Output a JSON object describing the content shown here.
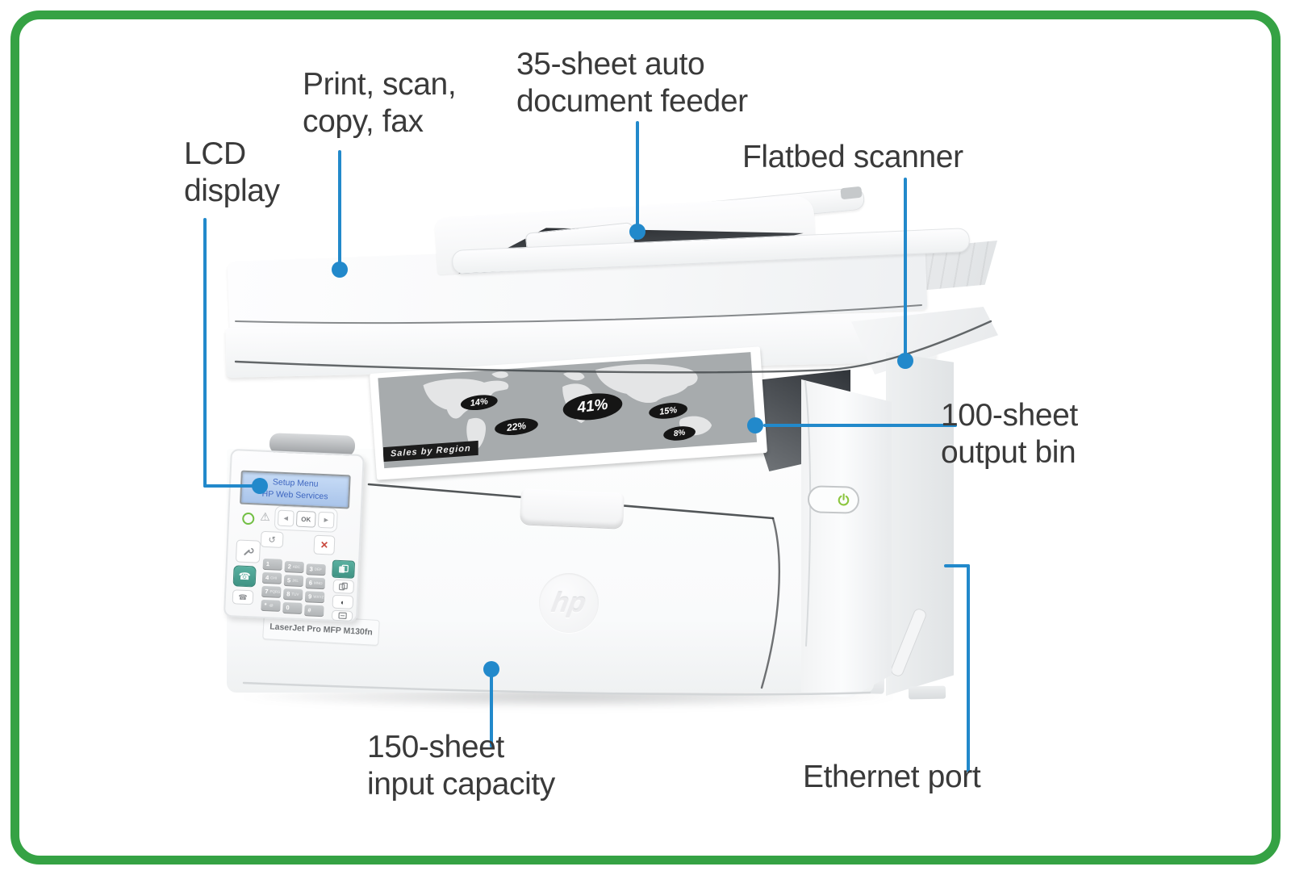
{
  "figure": {
    "type": "annotated-product-diagram",
    "subject": "HP LaserJet Pro MFP M130fn multifunction printer"
  },
  "colors": {
    "frame_green": "#35a244",
    "callout_blue": "#2289cb",
    "label_gray": "#3a3a3a",
    "lcd_background": "#b7cff2",
    "lcd_text_blue": "#3e66c0",
    "teal_key": "#4aa392",
    "power_green": "#8cc63f",
    "cancel_red": "#c9473c",
    "ready_green": "#72bf44"
  },
  "callouts": {
    "print": {
      "line1": "Print, scan,",
      "line2": "copy, fax"
    },
    "adf": {
      "line1": "35-sheet auto",
      "line2": "document feeder"
    },
    "lcd": {
      "line1": "LCD",
      "line2": "display"
    },
    "flatbed": {
      "line1": "Flatbed scanner"
    },
    "output": {
      "line1": "100-sheet",
      "line2": "output bin"
    },
    "input": {
      "line1": "150-sheet",
      "line2": "input capacity"
    },
    "ethernet": {
      "line1": "Ethernet port"
    }
  },
  "printer": {
    "brand": "hp",
    "model_label": "LaserJet Pro MFP M130fn",
    "lcd": {
      "line1": "Setup Menu",
      "line2": "HP Web Services"
    },
    "control_panel": {
      "nav": {
        "left": "◀",
        "ok": "OK",
        "right": "▶",
        "back": "↺",
        "cancel": "✕"
      },
      "status": {
        "warning": "⚠"
      },
      "fax_key_glyph": "☎",
      "redial_key_glyph": "☎",
      "contrast_key_glyph": "◐",
      "keypad": [
        {
          "digit": "1",
          "letters": ""
        },
        {
          "digit": "2",
          "letters": "ABC"
        },
        {
          "digit": "3",
          "letters": "DEF"
        },
        {
          "digit": "4",
          "letters": "GHI"
        },
        {
          "digit": "5",
          "letters": "JKL"
        },
        {
          "digit": "6",
          "letters": "MNO"
        },
        {
          "digit": "7",
          "letters": "PQRS"
        },
        {
          "digit": "8",
          "letters": "TUV"
        },
        {
          "digit": "9",
          "letters": "WXYZ"
        },
        {
          "digit": "*",
          "letters": "·@"
        },
        {
          "digit": "0",
          "letters": ""
        },
        {
          "digit": "#",
          "letters": ""
        }
      ]
    },
    "printed_page": {
      "title": "Sales by Region",
      "regions": [
        {
          "label": "14%"
        },
        {
          "label": "22%"
        },
        {
          "label": "41%"
        },
        {
          "label": "15%"
        },
        {
          "label": "8%"
        }
      ]
    }
  }
}
